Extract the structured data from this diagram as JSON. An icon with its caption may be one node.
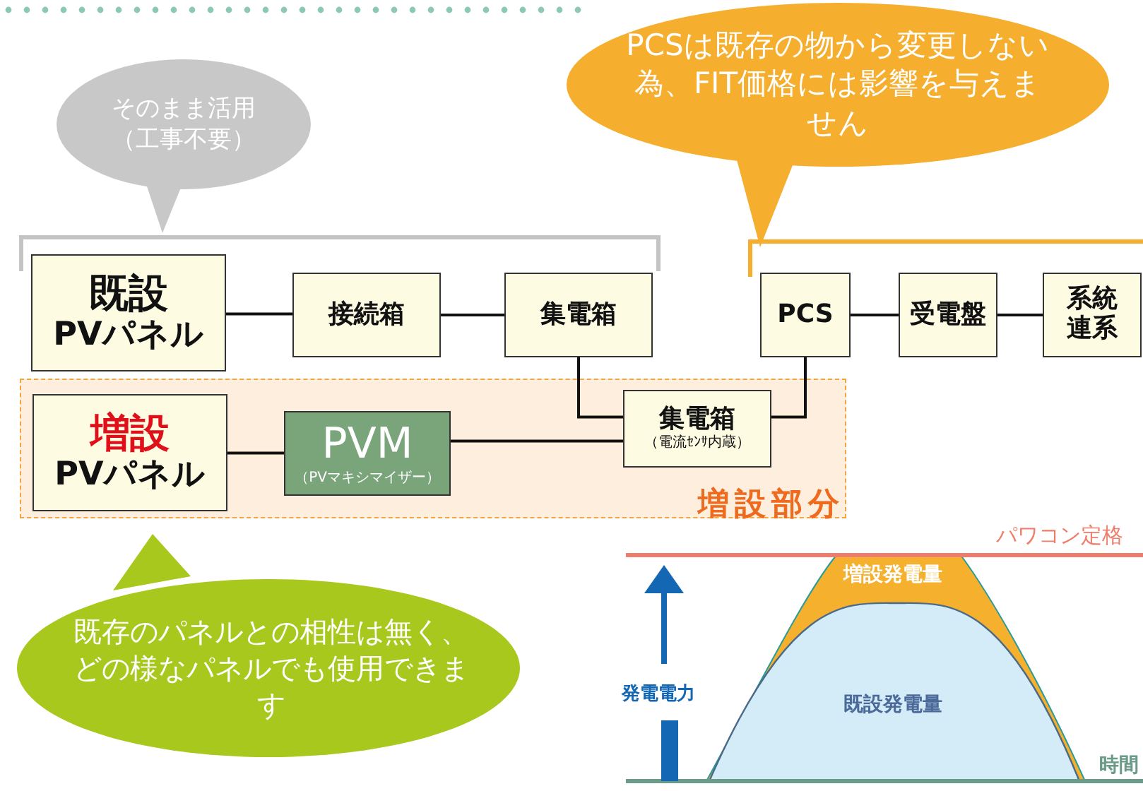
{
  "diagram": {
    "nodes": [
      {
        "text": [
          "既設",
          "PVパネル"
        ]
      },
      {
        "text": [
          "接続箱"
        ]
      },
      {
        "text": [
          "集電箱"
        ]
      },
      {
        "text": [
          "PCS"
        ]
      },
      {
        "text": [
          "受電盤"
        ]
      },
      {
        "text": [
          "系統連系"
        ]
      },
      {
        "text": [
          "増設部分"
        ]
      },
      {
        "text": [
          "増設",
          "PVパネル"
        ],
        "in": 6
      },
      {
        "text": [
          "PVM",
          "（PVマキシマイザー）"
        ],
        "in": 6
      },
      {
        "text": [
          "集電箱",
          "（電流ｾﾝｻ内蔵）"
        ],
        "in": 6
      },
      {
        "text": [
          "そのまま活用（工事不要）"
        ]
      },
      {
        "text": [
          "PCSは既存の物から変更しない為、FIT価格には影響を与えません"
        ]
      },
      {
        "text": [
          "既存のパネルとの相性は無く、どの様なパネルでも使用できます"
        ]
      }
    ],
    "edges": [
      {
        "from": 0,
        "to": 1,
        "arrow": "none"
      },
      {
        "from": 1,
        "to": 2,
        "arrow": "none"
      },
      {
        "from": 2,
        "to": 9,
        "arrow": "none"
      },
      {
        "from": 9,
        "to": 3,
        "arrow": "none"
      },
      {
        "from": 3,
        "to": 4,
        "arrow": "none"
      },
      {
        "from": 4,
        "to": 5,
        "arrow": "none"
      },
      {
        "from": 7,
        "to": 8,
        "arrow": "none"
      },
      {
        "from": 8,
        "to": 9,
        "arrow": "none"
      }
    ],
    "labels": [
      "パワコン定格",
      "増設発電量",
      "発電電力",
      "既設発電量",
      "時間"
    ]
  }
}
